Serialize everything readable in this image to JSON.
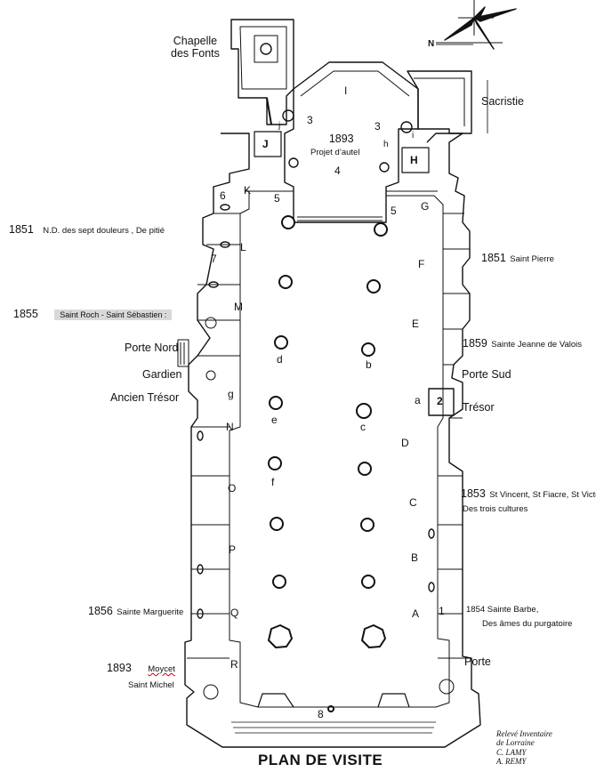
{
  "title": "PLAN DE VISITE",
  "north": "N",
  "credit": [
    "Relevé Inventaire",
    "de Lorraine",
    "C. LAMY",
    "A. REMY"
  ],
  "places": {
    "chapelle": [
      "Chapelle",
      "des Fonts"
    ],
    "sacristie": "Sacristie",
    "porte_nord": "Porte Nord",
    "gardien": "Gardien",
    "ancien_tresor": "Ancien Trésor",
    "porte_sud": "Porte Sud",
    "tresor": "Trésor",
    "porte": "Porte"
  },
  "annotations": {
    "a1851": {
      "year": "1851",
      "text": "N.D. des sept douleurs ,   De pitié"
    },
    "a1855": {
      "year": "1855",
      "text": "Saint Roch - Saint Sébastien :"
    },
    "a1893_top": {
      "year": "1893",
      "text": "Projet d’autel"
    },
    "a1851s": {
      "year": "1851",
      "text": "Saint Pierre"
    },
    "a1859": {
      "year": "1859",
      "text": "Sainte Jeanne de Valois"
    },
    "a1853": {
      "year": "1853",
      "text": "St Vincent, St Fiacre, St Victor",
      "text2": "Des trois cultures"
    },
    "a1856": {
      "year": "1856",
      "text": "Sainte Marguerite"
    },
    "a1854": {
      "year": "1854",
      "text": "Sainte Barbe,",
      "text2": "Des âmes du purgatoire"
    },
    "a1893_bot": {
      "year": "1893",
      "name": "Moycet",
      "text": "Saint Michel"
    }
  },
  "letters": {
    "I": "I",
    "J": "J",
    "H": "H",
    "j": "j",
    "h": "h",
    "i": "i",
    "n3a": "3",
    "n3b": "3",
    "n4": "4",
    "n5a": "5",
    "n5b": "5",
    "K": "K",
    "G": "G",
    "n6": "6",
    "n7": "7",
    "L": "L",
    "F": "F",
    "M": "M",
    "E": "E",
    "d": "d",
    "b": "b",
    "a": "a",
    "n2": "2",
    "g": "g",
    "e": "e",
    "c": "c",
    "N": "N",
    "D": "D",
    "f": "f",
    "O": "O",
    "C": "C",
    "P": "P",
    "B": "B",
    "Q": "Q",
    "A": "A",
    "n1": "1",
    "R": "R",
    "n8": "8"
  }
}
